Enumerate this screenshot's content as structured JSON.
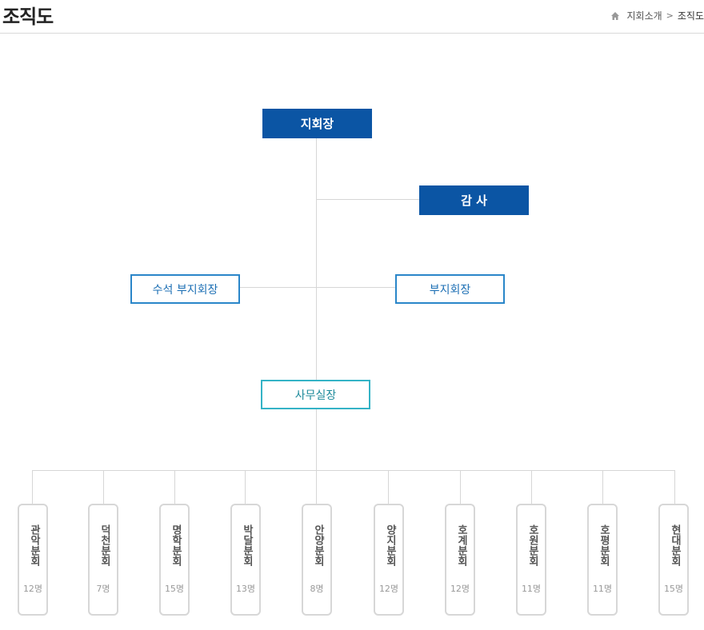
{
  "page": {
    "title": "조직도",
    "breadcrumb": [
      "지회소개",
      "조직도"
    ],
    "home_icon": "home-icon"
  },
  "org": {
    "president": "지회장",
    "auditor": "감 사",
    "senior_vice_president": "수석 부지회장",
    "vice_president": "부지회장",
    "secretary_general": "사무실장",
    "branches": [
      {
        "name": "관악분회",
        "count": "12명"
      },
      {
        "name": "덕천분회",
        "count": "7명"
      },
      {
        "name": "명학분회",
        "count": "15명"
      },
      {
        "name": "박달분회",
        "count": "13명"
      },
      {
        "name": "안양분회",
        "count": "8명"
      },
      {
        "name": "양지분회",
        "count": "12명"
      },
      {
        "name": "호계분회",
        "count": "12명"
      },
      {
        "name": "호원분회",
        "count": "11명"
      },
      {
        "name": "호평분회",
        "count": "11명"
      },
      {
        "name": "현대분회",
        "count": "15명"
      }
    ]
  },
  "colors": {
    "dark_box": "#0b55a4",
    "blue_outline": "#2a86c9",
    "teal_outline": "#34b3c6",
    "line": "#d6d6d6"
  }
}
